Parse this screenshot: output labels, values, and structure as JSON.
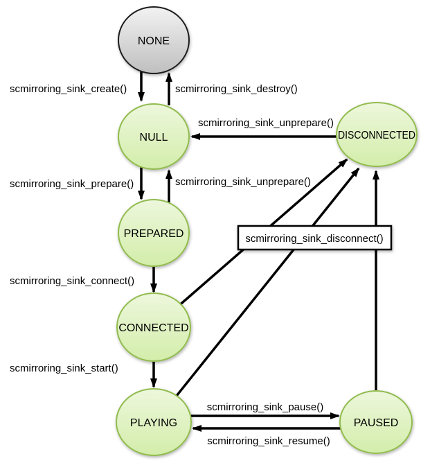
{
  "diagram": {
    "kind": "state-diagram",
    "background": "#ffffff",
    "colors": {
      "green_state_fill_light": "#edf7dc",
      "green_state_fill_dark": "#d3edaa",
      "green_state_border": "#92bc50",
      "gray_state_fill_light": "#f2f2f2",
      "gray_state_fill_dark": "#bfbfbf",
      "gray_state_border": "#1f1f1f",
      "arrow_color": "#000000",
      "text_color": "#000000"
    },
    "states": [
      {
        "label": "NONE",
        "kind": "gray"
      },
      {
        "label": "NULL",
        "kind": "green"
      },
      {
        "label": "PREPARED",
        "kind": "green"
      },
      {
        "label": "CONNECTED",
        "kind": "green"
      },
      {
        "label": "PLAYING",
        "kind": "green"
      },
      {
        "label": "DISCONNECTED",
        "kind": "green"
      },
      {
        "label": "PAUSED",
        "kind": "green"
      }
    ],
    "transitions": [
      {
        "from": "NONE",
        "to": "NULL",
        "label": "scmirroring_sink_create()"
      },
      {
        "from": "NULL",
        "to": "NONE",
        "label": "scmirroring_sink_destroy()"
      },
      {
        "from": "DISCONNECTED",
        "to": "NULL",
        "label": "scmirroring_sink_unprepare()"
      },
      {
        "from": "NULL",
        "to": "PREPARED",
        "label": "scmirroring_sink_prepare()"
      },
      {
        "from": "PREPARED",
        "to": "NULL",
        "label": "scmirroring_sink_unprepare()"
      },
      {
        "from": "PREPARED",
        "to": "CONNECTED",
        "label": "scmirroring_sink_connect()"
      },
      {
        "from": "CONNECTED",
        "to": "PLAYING",
        "label": "scmirroring_sink_start()"
      },
      {
        "from": "PLAYING",
        "to": "PAUSED",
        "label": "scmirroring_sink_pause()"
      },
      {
        "from": "PAUSED",
        "to": "PLAYING",
        "label": "scmirroring_sink_resume()"
      },
      {
        "from": "CONNECTED, PLAYING, PAUSED",
        "to": "DISCONNECTED",
        "label": "scmirroring_sink_disconnect()",
        "boxed": true
      }
    ]
  }
}
